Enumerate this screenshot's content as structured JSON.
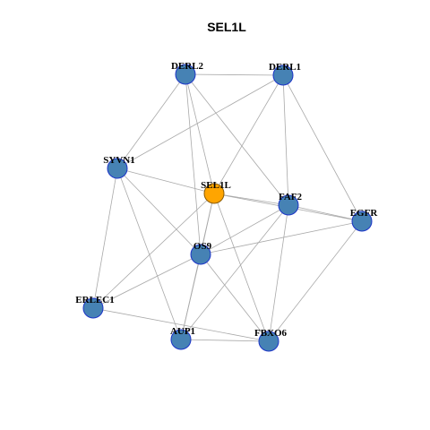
{
  "title": "SEL1L",
  "colors": {
    "node_fill": "#4682b4",
    "node_stroke": "#1c34c8",
    "center_fill": "#ffa500",
    "center_stroke": "#8a5a00",
    "edge": "#a9a9a9"
  },
  "nodes": [
    {
      "id": "DERL2",
      "label": "DERL2",
      "center": false
    },
    {
      "id": "DERL1",
      "label": "DERL1",
      "center": false
    },
    {
      "id": "SYVN1",
      "label": "SYVN1",
      "center": false
    },
    {
      "id": "SEL1L",
      "label": "SEL1L",
      "center": true
    },
    {
      "id": "FAF2",
      "label": "FAF2",
      "center": false
    },
    {
      "id": "EGFR",
      "label": "EGFR",
      "center": false
    },
    {
      "id": "OS9",
      "label": "OS9",
      "center": false
    },
    {
      "id": "ERLEC1",
      "label": "ERLEC1",
      "center": false
    },
    {
      "id": "AUP1",
      "label": "AUP1",
      "center": false
    },
    {
      "id": "FBXO6",
      "label": "FBXO6",
      "center": false
    }
  ],
  "edges": [
    [
      "DERL2",
      "DERL1"
    ],
    [
      "DERL2",
      "SYVN1"
    ],
    [
      "DERL2",
      "SEL1L"
    ],
    [
      "DERL2",
      "FAF2"
    ],
    [
      "DERL2",
      "OS9"
    ],
    [
      "DERL1",
      "SYVN1"
    ],
    [
      "DERL1",
      "SEL1L"
    ],
    [
      "DERL1",
      "FAF2"
    ],
    [
      "DERL1",
      "EGFR"
    ],
    [
      "SYVN1",
      "SEL1L"
    ],
    [
      "SYVN1",
      "OS9"
    ],
    [
      "SYVN1",
      "ERLEC1"
    ],
    [
      "SYVN1",
      "AUP1"
    ],
    [
      "SEL1L",
      "FAF2"
    ],
    [
      "SEL1L",
      "EGFR"
    ],
    [
      "SEL1L",
      "OS9"
    ],
    [
      "SEL1L",
      "ERLEC1"
    ],
    [
      "SEL1L",
      "AUP1"
    ],
    [
      "SEL1L",
      "FBXO6"
    ],
    [
      "FAF2",
      "EGFR"
    ],
    [
      "FAF2",
      "OS9"
    ],
    [
      "FAF2",
      "AUP1"
    ],
    [
      "FAF2",
      "FBXO6"
    ],
    [
      "EGFR",
      "OS9"
    ],
    [
      "EGFR",
      "FBXO6"
    ],
    [
      "OS9",
      "ERLEC1"
    ],
    [
      "OS9",
      "AUP1"
    ],
    [
      "OS9",
      "FBXO6"
    ],
    [
      "ERLEC1",
      "FBXO6"
    ],
    [
      "AUP1",
      "FBXO6"
    ]
  ]
}
